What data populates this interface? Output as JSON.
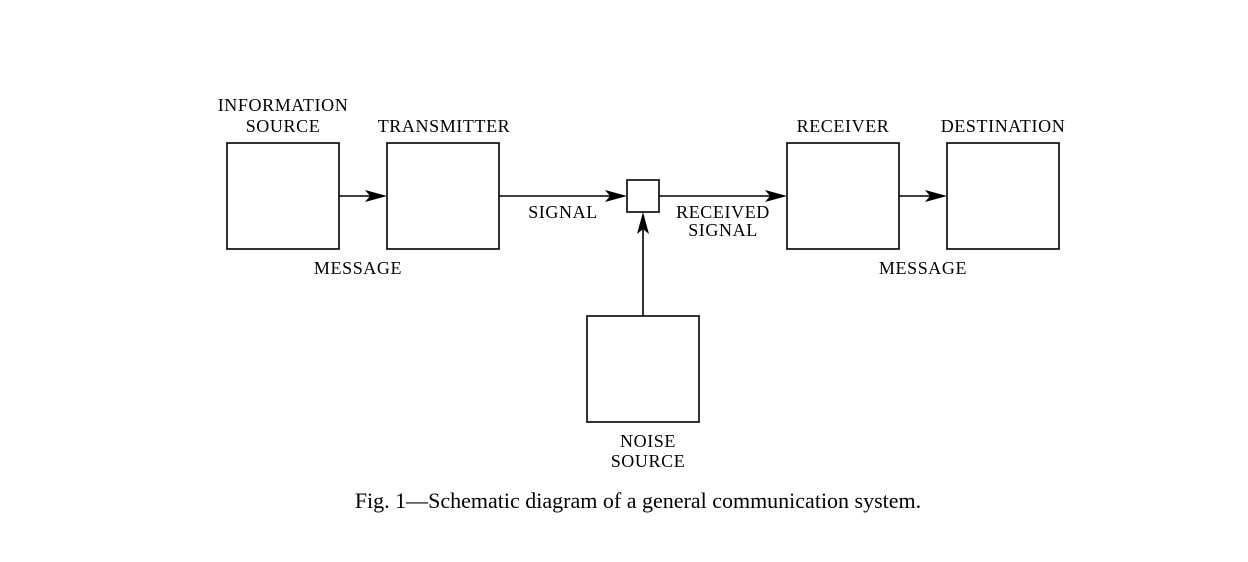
{
  "diagram": {
    "blocks": {
      "information_source": {
        "line1": "INFORMATION",
        "line2": "SOURCE"
      },
      "transmitter": "TRANSMITTER",
      "receiver": "RECEIVER",
      "destination": "DESTINATION",
      "noise_source": {
        "line1": "NOISE",
        "line2": "SOURCE"
      }
    },
    "edges": {
      "message_in": "MESSAGE",
      "signal": "SIGNAL",
      "received_signal": {
        "line1": "RECEIVED",
        "line2": "SIGNAL"
      },
      "message_out": "MESSAGE"
    },
    "caption": "Fig. 1—Schematic diagram of a general communication system."
  },
  "colors": {
    "ink": "#000000",
    "background": "#ffffff"
  }
}
